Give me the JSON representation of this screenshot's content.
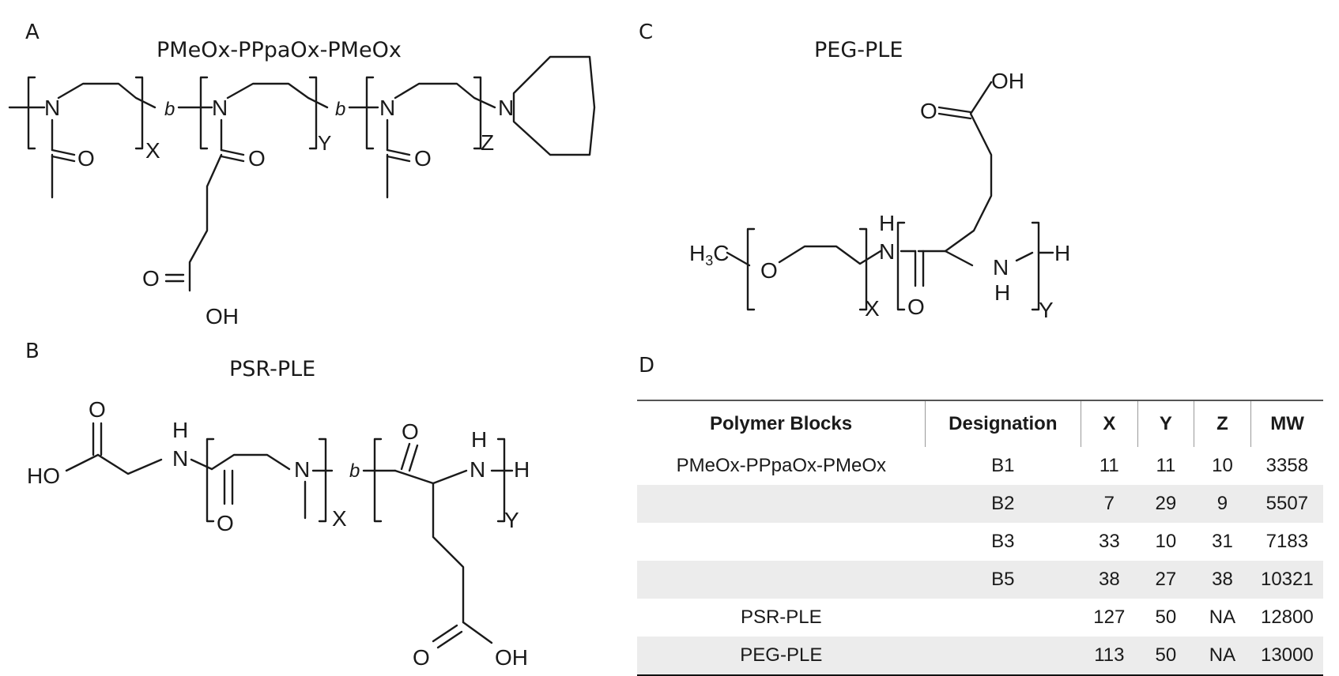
{
  "panels": {
    "a": {
      "letter": "A",
      "title": "PMeOx-PPpaOx-PMeOx"
    },
    "b": {
      "letter": "B",
      "title": "PSR-PLE"
    },
    "c": {
      "letter": "C",
      "title": "PEG-PLE"
    },
    "d": {
      "letter": "D"
    }
  },
  "structure_labels": {
    "a": {
      "n": "N",
      "o": "O",
      "oh": "OH",
      "b": "b",
      "x": "X",
      "y": "Y",
      "z": "Z"
    },
    "b": {
      "o": "O",
      "h": "H",
      "ho": "HO",
      "n": "N",
      "nh_h": "H",
      "nh_n": "N",
      "oh": "OH",
      "b": "b",
      "x": "X",
      "y": "Y"
    },
    "c": {
      "h3c": "H3C",
      "o": "O",
      "oh": "OH",
      "h": "H",
      "n": "N",
      "x": "X",
      "y": "Y"
    }
  },
  "table": {
    "headers": [
      "Polymer Blocks",
      "Designation",
      "X",
      "Y",
      "Z",
      "MW"
    ],
    "rows": [
      [
        "PMeOx-PPpaOx-PMeOx",
        "B1",
        "11",
        "11",
        "10",
        "3358"
      ],
      [
        "",
        "B2",
        "7",
        "29",
        "9",
        "5507"
      ],
      [
        "",
        "B3",
        "33",
        "10",
        "31",
        "7183"
      ],
      [
        "",
        "B5",
        "38",
        "27",
        "38",
        "10321"
      ],
      [
        "PSR-PLE",
        "",
        "127",
        "50",
        "NA",
        "12800"
      ],
      [
        "PEG-PLE",
        "",
        "113",
        "50",
        "NA",
        "13000"
      ]
    ]
  }
}
